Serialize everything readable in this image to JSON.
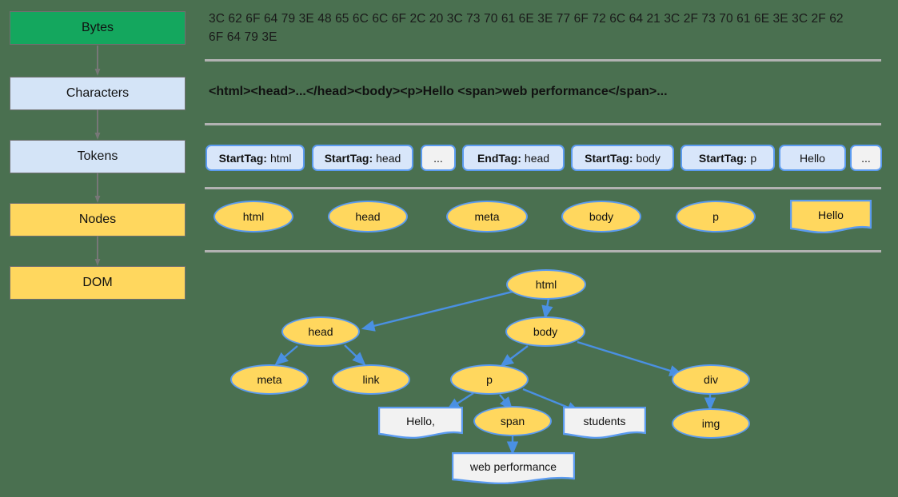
{
  "colors": {
    "background": "#4a7050",
    "green_box": "#14a75e",
    "blue_box": "#d4e4f7",
    "yellow_node": "#ffd75e",
    "node_border": "#5b9bf0",
    "edge": "#4a90e2",
    "rule": "#b2b2b2",
    "text_node_fill": "#f2f2f2"
  },
  "pipeline": {
    "steps": [
      {
        "label": "Bytes",
        "style": "green"
      },
      {
        "label": "Characters",
        "style": "blue"
      },
      {
        "label": "Tokens",
        "style": "blue"
      },
      {
        "label": "Nodes",
        "style": "yellow"
      },
      {
        "label": "DOM",
        "style": "yellow"
      }
    ]
  },
  "bytes_row": {
    "text": "3C 62 6F 64 79 3E 48 65 6C 6C 6F 2C 20 3C 73 70 61 6E 3E 77 6F 72 6C 64 21 3C 2F 73 70 61 6E 3E 3C 2F 62 6F 64 79 3E"
  },
  "characters_row": {
    "text": "<html><head>...</head><body><p>Hello <span>web performance</span>..."
  },
  "tokens_row": {
    "tokens": [
      {
        "kind": "StartTag:",
        "name": "html",
        "style": "tag"
      },
      {
        "kind": "StartTag:",
        "name": "head",
        "style": "tag"
      },
      {
        "kind": "",
        "name": "...",
        "style": "plain"
      },
      {
        "kind": "EndTag:",
        "name": "head",
        "style": "tag"
      },
      {
        "kind": "StartTag:",
        "name": "body",
        "style": "tag"
      },
      {
        "kind": "StartTag:",
        "name": "p",
        "style": "tag"
      },
      {
        "kind": "",
        "name": "Hello",
        "style": "tag"
      },
      {
        "kind": "",
        "name": "...",
        "style": "plain"
      }
    ]
  },
  "nodes_row": {
    "nodes": [
      {
        "label": "html",
        "shape": "ellipse"
      },
      {
        "label": "head",
        "shape": "ellipse"
      },
      {
        "label": "meta",
        "shape": "ellipse"
      },
      {
        "label": "body",
        "shape": "ellipse"
      },
      {
        "label": "p",
        "shape": "ellipse"
      },
      {
        "label": "Hello",
        "shape": "document"
      }
    ]
  },
  "dom_tree": {
    "nodes": [
      {
        "id": "html",
        "label": "html",
        "shape": "ellipse"
      },
      {
        "id": "head",
        "label": "head",
        "shape": "ellipse"
      },
      {
        "id": "body",
        "label": "body",
        "shape": "ellipse"
      },
      {
        "id": "meta",
        "label": "meta",
        "shape": "ellipse"
      },
      {
        "id": "link",
        "label": "link",
        "shape": "ellipse"
      },
      {
        "id": "p",
        "label": "p",
        "shape": "ellipse"
      },
      {
        "id": "div",
        "label": "div",
        "shape": "ellipse"
      },
      {
        "id": "hello",
        "label": "Hello,",
        "shape": "document"
      },
      {
        "id": "span",
        "label": "span",
        "shape": "ellipse"
      },
      {
        "id": "students",
        "label": "students",
        "shape": "document"
      },
      {
        "id": "img",
        "label": "img",
        "shape": "ellipse"
      },
      {
        "id": "webperf",
        "label": "web performance",
        "shape": "document"
      }
    ],
    "edges": [
      {
        "from": "html",
        "to": "head"
      },
      {
        "from": "html",
        "to": "body"
      },
      {
        "from": "head",
        "to": "meta"
      },
      {
        "from": "head",
        "to": "link"
      },
      {
        "from": "body",
        "to": "p"
      },
      {
        "from": "body",
        "to": "div"
      },
      {
        "from": "p",
        "to": "hello"
      },
      {
        "from": "p",
        "to": "span"
      },
      {
        "from": "p",
        "to": "students"
      },
      {
        "from": "div",
        "to": "img"
      },
      {
        "from": "span",
        "to": "webperf"
      }
    ]
  }
}
